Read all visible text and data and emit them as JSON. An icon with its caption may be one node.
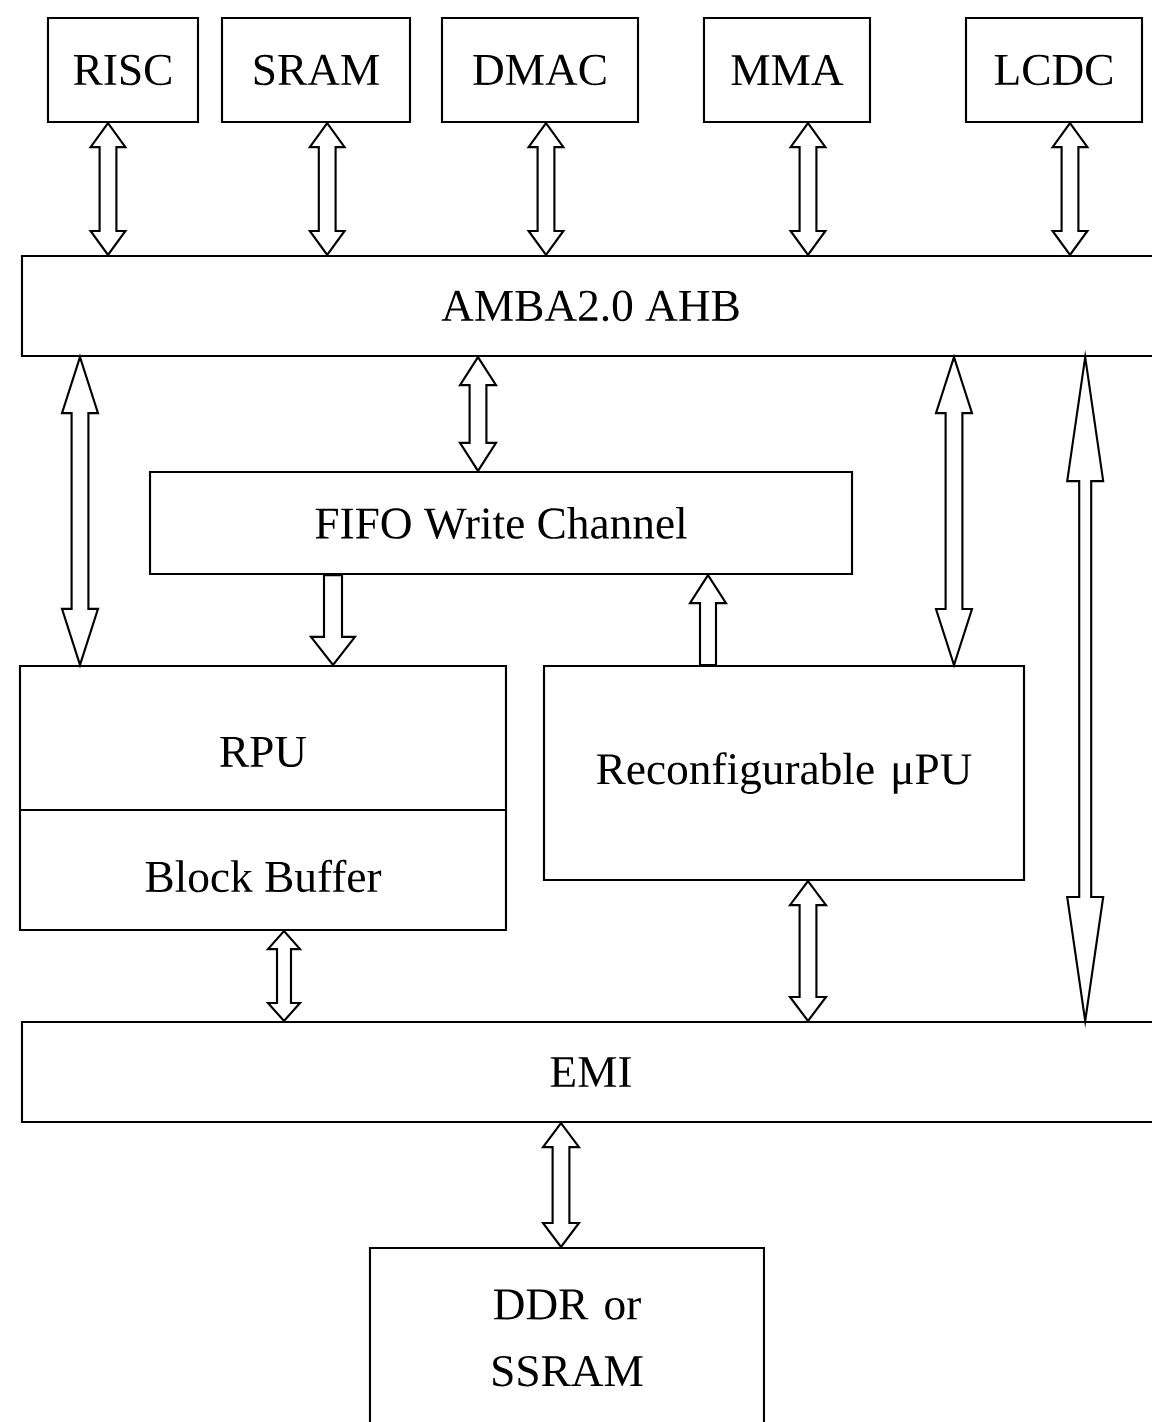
{
  "diagram": {
    "nodes": [
      {
        "text": [
          "RISC"
        ]
      },
      {
        "text": [
          "SRAM"
        ]
      },
      {
        "text": [
          "DMAC"
        ]
      },
      {
        "text": [
          "MMA"
        ]
      },
      {
        "text": [
          "LCDC"
        ]
      },
      {
        "text": [
          "AMBA2.0 AHB"
        ]
      },
      {
        "text": [
          "FIFO Write Channel"
        ]
      },
      {
        "text": [
          "RPU",
          "Block Buffer"
        ]
      },
      {
        "text": [
          "Reconfigurable μPU"
        ]
      },
      {
        "text": [
          "EMI"
        ]
      },
      {
        "text": [
          "DDR or SSRAM"
        ]
      }
    ],
    "edges": [
      {
        "from": 0,
        "to": 5,
        "arrow": "both"
      },
      {
        "from": 1,
        "to": 5,
        "arrow": "both"
      },
      {
        "from": 2,
        "to": 5,
        "arrow": "both"
      },
      {
        "from": 3,
        "to": 5,
        "arrow": "both"
      },
      {
        "from": 4,
        "to": 5,
        "arrow": "both"
      },
      {
        "from": 5,
        "to": 7,
        "arrow": "both"
      },
      {
        "from": 5,
        "to": 6,
        "arrow": "both"
      },
      {
        "from": 6,
        "to": 7,
        "arrow": "to"
      },
      {
        "from": 8,
        "to": 6,
        "arrow": "to"
      },
      {
        "from": 5,
        "to": 8,
        "arrow": "both"
      },
      {
        "from": 5,
        "to": 9,
        "arrow": "both"
      },
      {
        "from": 7,
        "to": 9,
        "arrow": "both"
      },
      {
        "from": 8,
        "to": 9,
        "arrow": "both"
      },
      {
        "from": 9,
        "to": 10,
        "arrow": "both"
      }
    ]
  }
}
